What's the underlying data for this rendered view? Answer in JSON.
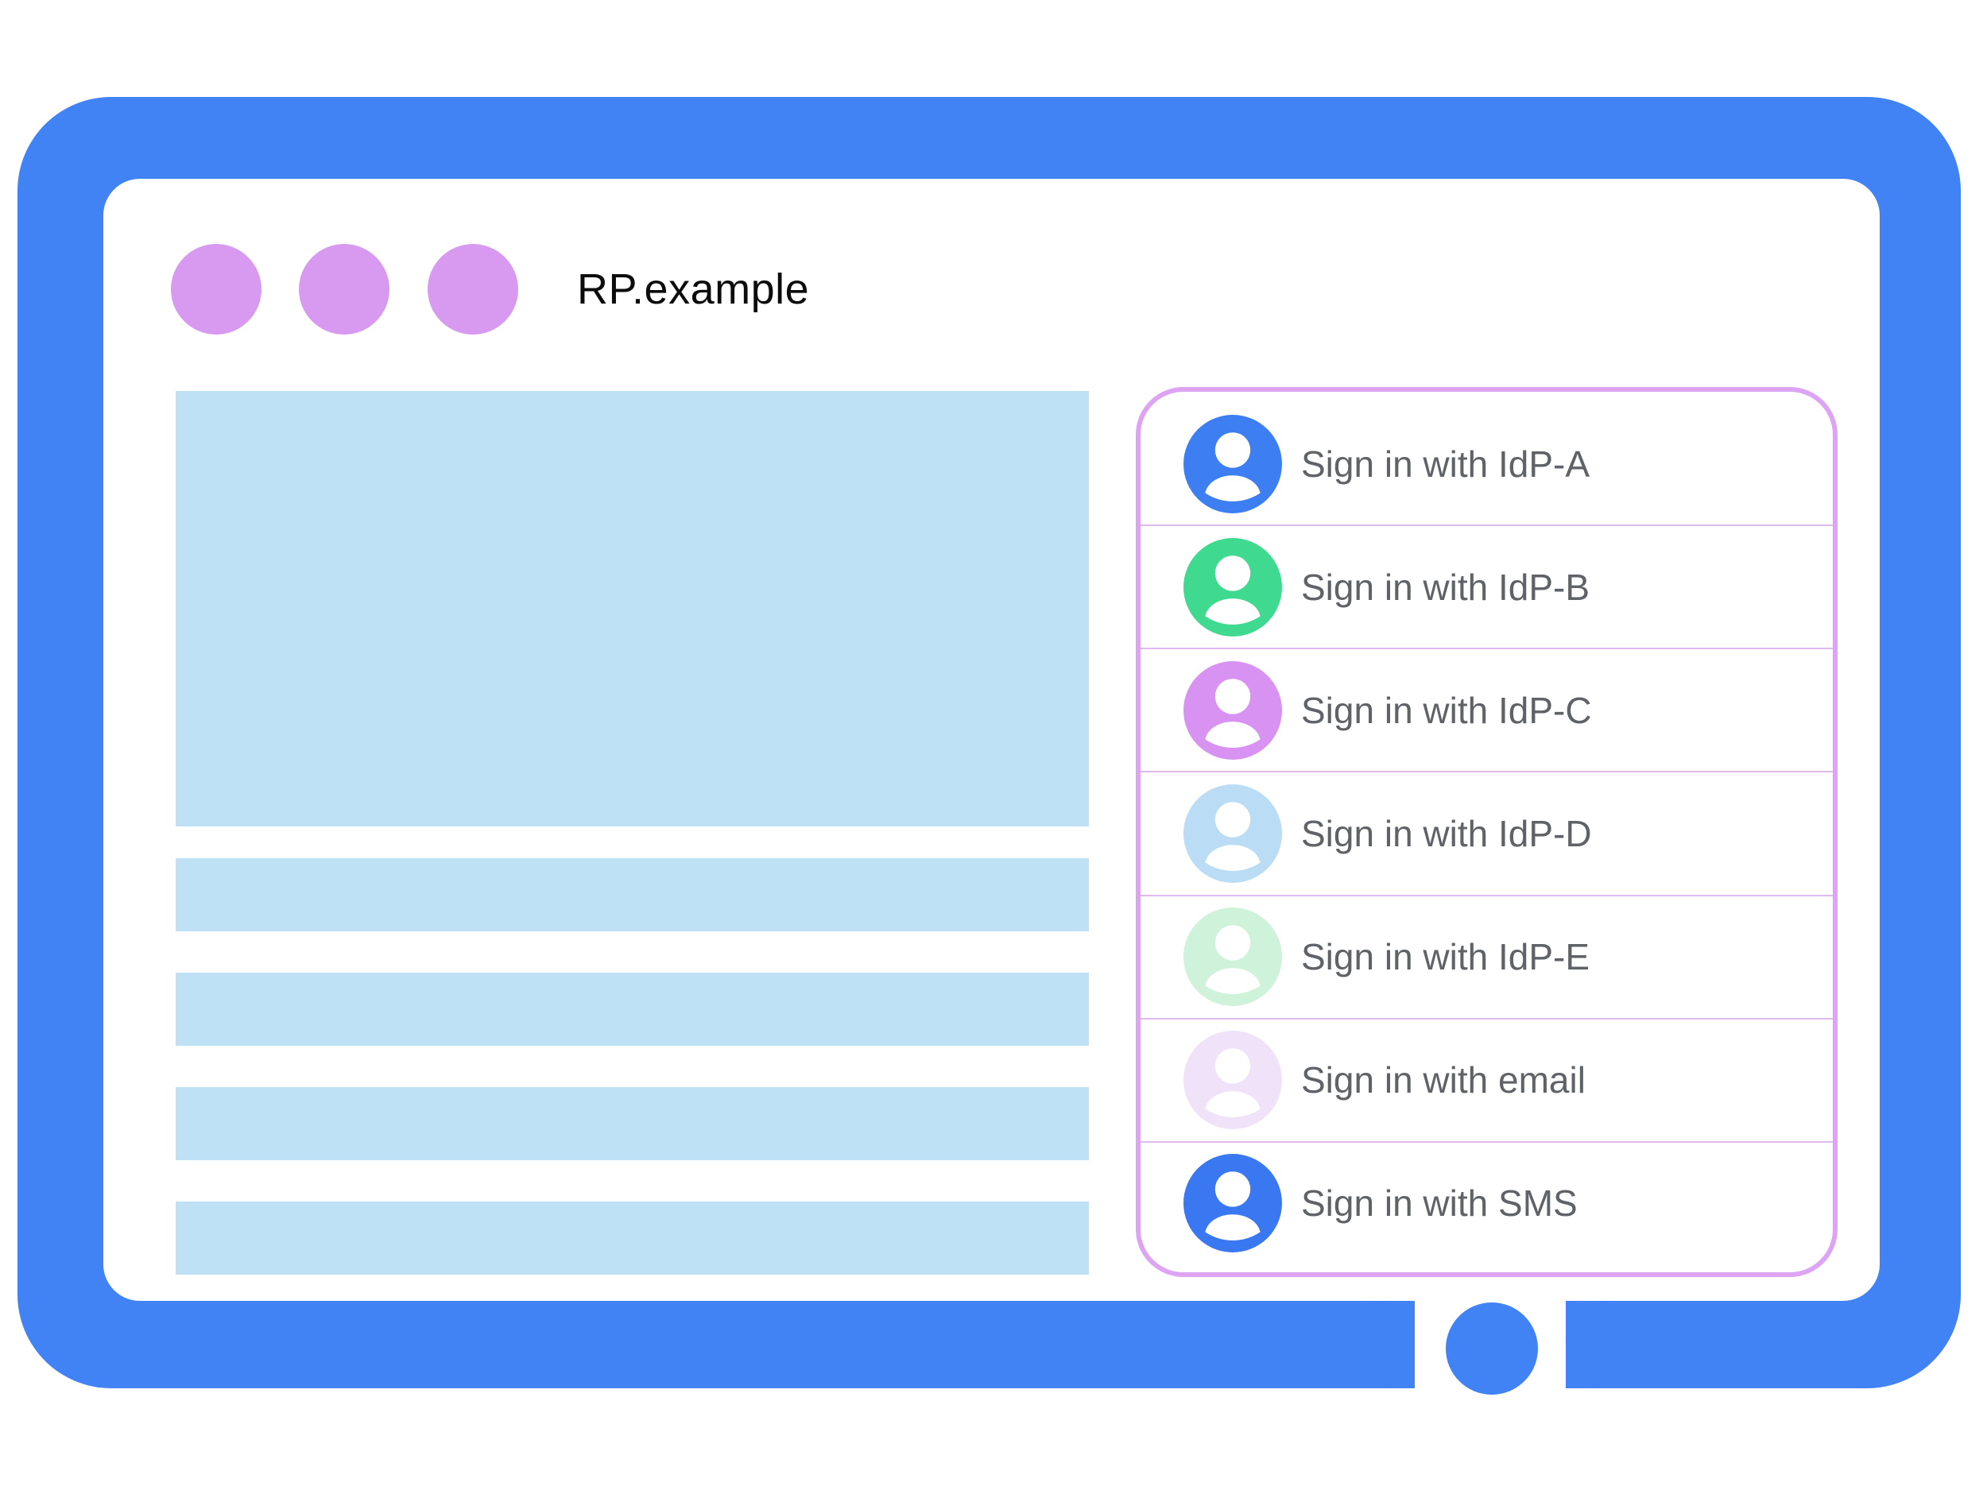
{
  "window": {
    "title": "RP.example",
    "control_dots": 3
  },
  "panel": {
    "options": [
      {
        "label": "Sign in with IdP-A",
        "avatar_color": "#3d7ef3"
      },
      {
        "label": "Sign in with IdP-B",
        "avatar_color": "#3fd990"
      },
      {
        "label": "Sign in with IdP-C",
        "avatar_color": "#d893f2"
      },
      {
        "label": "Sign in with IdP-D",
        "avatar_color": "#badcf4"
      },
      {
        "label": "Sign in with IdP-E",
        "avatar_color": "#cff2da"
      },
      {
        "label": "Sign in with email",
        "avatar_color": "#f0e2f8"
      },
      {
        "label": "Sign in with SMS",
        "avatar_color": "#3a78f2"
      }
    ]
  },
  "colors": {
    "frame": "#4182f5",
    "dot": "#d89af0",
    "contentblue": "#bee1f6",
    "panelborder": "#dca4f2",
    "divider": "#debaee",
    "label": "#5f6368",
    "title": "#0c0c0c"
  }
}
